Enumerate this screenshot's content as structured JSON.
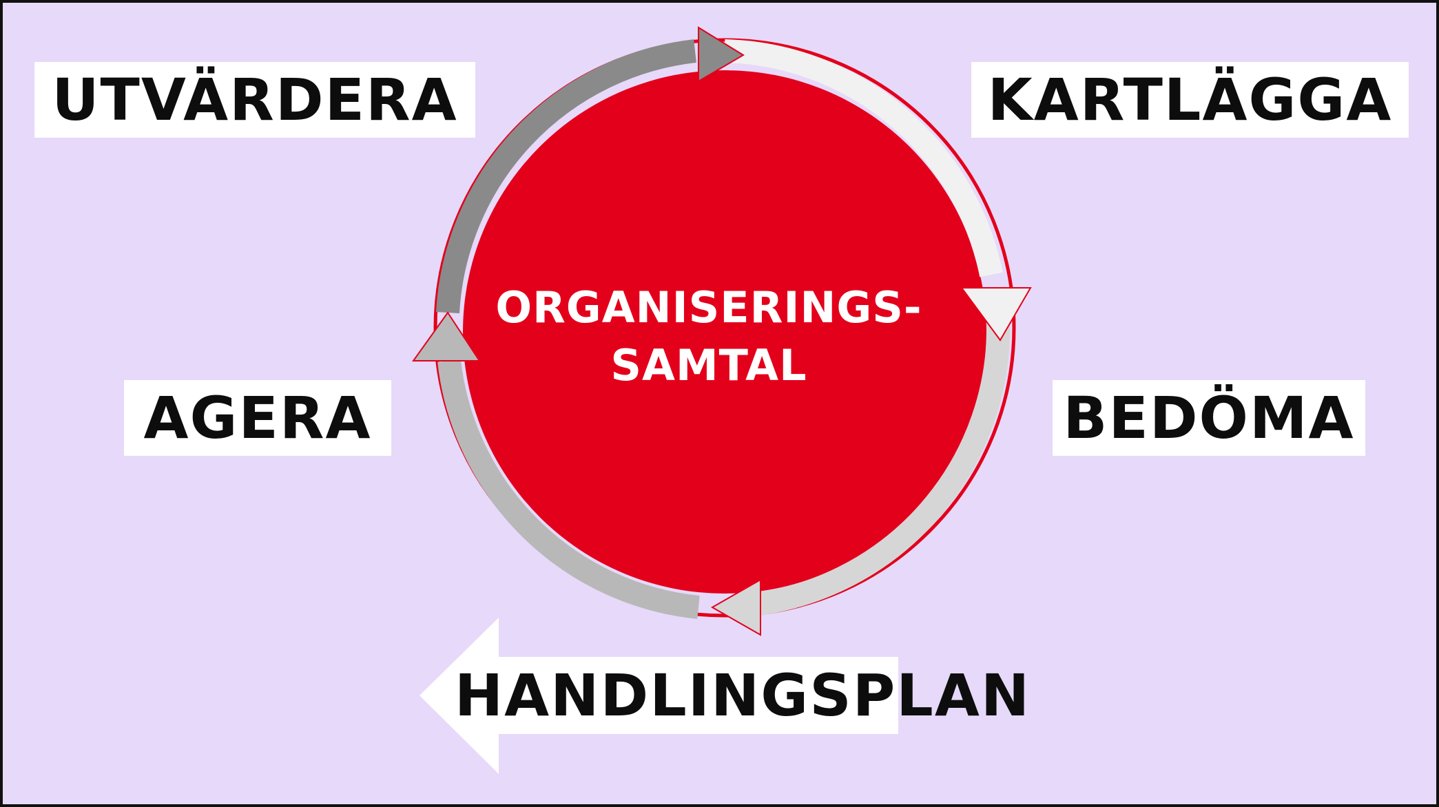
{
  "center": {
    "line1": "ORGANISERINGS-",
    "line2": "SAMTAL"
  },
  "steps": {
    "kartlagga": "KARTLÄGGA",
    "bedoma": "BEDÖMA",
    "handlingsplan": "HANDLINGSPLAN",
    "agera": "AGERA",
    "utvardera": "UTVÄRDERA"
  },
  "colors": {
    "background": "#e7d9f9",
    "circle": "#e3001b",
    "arrow_light": "#f3f3f3",
    "arrow_mid": "#c9c9c9",
    "arrow_dark": "#8a8a8a",
    "label_bg": "#ffffff",
    "label_text": "#0d0d0d"
  }
}
